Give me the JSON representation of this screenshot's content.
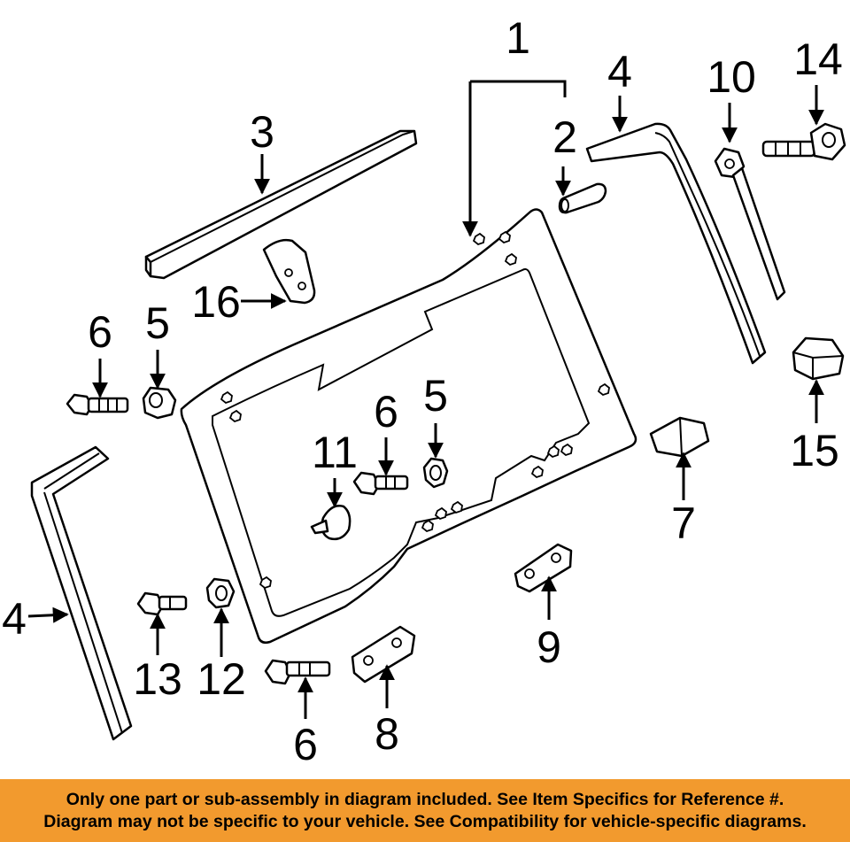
{
  "diagram": {
    "callouts": {
      "c1": "1",
      "c2": "2",
      "c3": "3",
      "c4_top": "4",
      "c4_left": "4",
      "c5_left": "5",
      "c5_mid": "5",
      "c6_left": "6",
      "c6_mid": "6",
      "c6_bottom": "6",
      "c7": "7",
      "c8": "8",
      "c9": "9",
      "c10": "10",
      "c11": "11",
      "c12": "12",
      "c13": "13",
      "c14": "14",
      "c15": "15",
      "c16": "16"
    }
  },
  "banner": {
    "line1": "Only one part or sub-assembly in diagram included. See Item Specifics for Reference #.",
    "line2": "Diagram may not be specific to your vehicle. See Compatibility for vehicle-specific diagrams.",
    "background": "#f29a2e"
  }
}
